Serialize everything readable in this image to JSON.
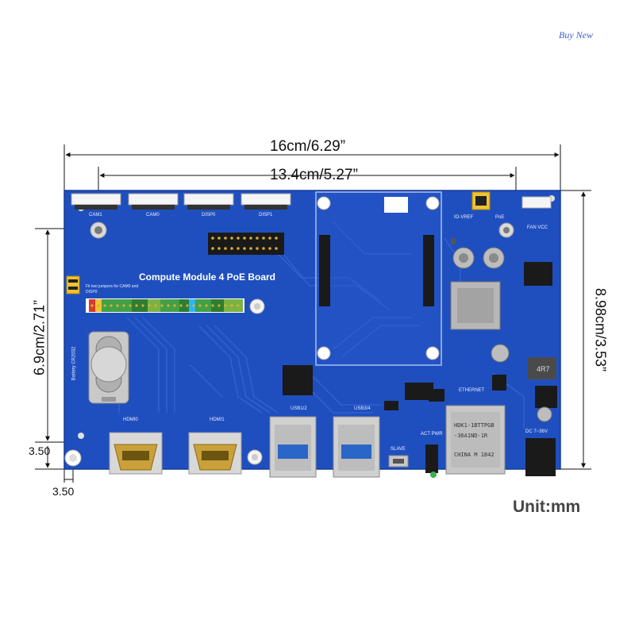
{
  "watermark": "Buy New",
  "dimensions": {
    "total_width": "16cm/6.29”",
    "hole_span_width": "13.4cm/5.27”",
    "hole_span_height": "6.9cm/2.71”",
    "total_height": "8.98cm/3.53”",
    "hole_offset_y": "3.50",
    "hole_offset_x": "3.50"
  },
  "unit_label": "Unit:mm",
  "board": {
    "title": "Compute Module 4 PoE Board",
    "labels": {
      "cam1": "CAM1",
      "cam0": "CAM0",
      "disp0": "DISP0",
      "disp1": "DISP1",
      "io_vref": "IO-VREF",
      "poe": "PoE",
      "fan_vcc": "FAN VCC",
      "hdmi0": "HDMI0",
      "hdmi1": "HDMI1",
      "usb12": "USB1/2",
      "usb34": "USB3/4",
      "ethernet": "ETHERNET",
      "slave": "SLAVE",
      "act_pwr": "ACT PWR",
      "dc_in": "DC 7~36V",
      "battery": "Battery CR2032",
      "fit_jumpers": "Fit two jumpers for CAM0 and DISP0"
    },
    "ethernet_jack": {
      "line1": "HDK1-1BTTPGB",
      "line2": "-36A1ND-1R",
      "line3": "CHINA  M 1842"
    },
    "inductor_label": "4R7"
  },
  "colors": {
    "pcb_blue": "#1f4fbf",
    "pcb_dark": "#173d9a",
    "trace_blue": "#3a6ad8",
    "silver": "#c9c9c9",
    "gold": "#c9a03a",
    "usb_blue": "#2a66c7"
  }
}
